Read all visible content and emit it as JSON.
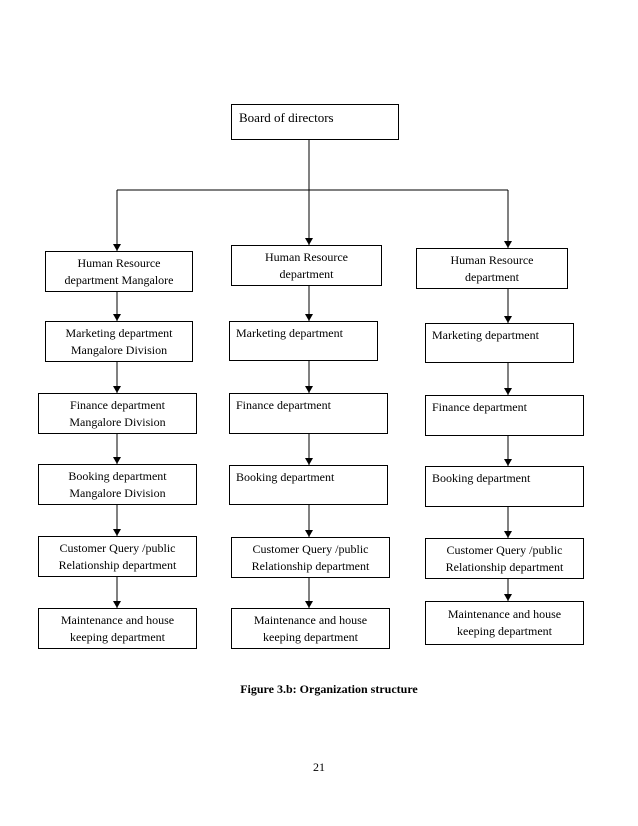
{
  "root": {
    "lines": [
      "Board of directors"
    ]
  },
  "columns": [
    {
      "boxes": [
        {
          "lines": [
            "Human Resource",
            "department Mangalore"
          ]
        },
        {
          "lines": [
            "Marketing department",
            "Mangalore Division"
          ]
        },
        {
          "lines": [
            "Finance department",
            "Mangalore Division"
          ]
        },
        {
          "lines": [
            "Booking department",
            "Mangalore Division"
          ]
        },
        {
          "lines": [
            "Customer Query /public",
            "Relationship department"
          ]
        },
        {
          "lines": [
            "Maintenance and house",
            "keeping department"
          ]
        }
      ]
    },
    {
      "boxes": [
        {
          "lines": [
            "Human Resource",
            "department"
          ]
        },
        {
          "lines": [
            "Marketing department"
          ]
        },
        {
          "lines": [
            "Finance department"
          ]
        },
        {
          "lines": [
            "Booking department"
          ]
        },
        {
          "lines": [
            "Customer Query /public",
            "Relationship department"
          ]
        },
        {
          "lines": [
            "Maintenance and house",
            "keeping department"
          ]
        }
      ]
    },
    {
      "boxes": [
        {
          "lines": [
            "Human Resource",
            "department"
          ]
        },
        {
          "lines": [
            "Marketing department"
          ]
        },
        {
          "lines": [
            "Finance department"
          ]
        },
        {
          "lines": [
            "Booking department"
          ]
        },
        {
          "lines": [
            "Customer Query /public",
            "Relationship department"
          ]
        },
        {
          "lines": [
            "Maintenance and house",
            "keeping department"
          ]
        }
      ]
    }
  ],
  "caption": "Figure 3.b: Organization structure",
  "page_number": "21"
}
